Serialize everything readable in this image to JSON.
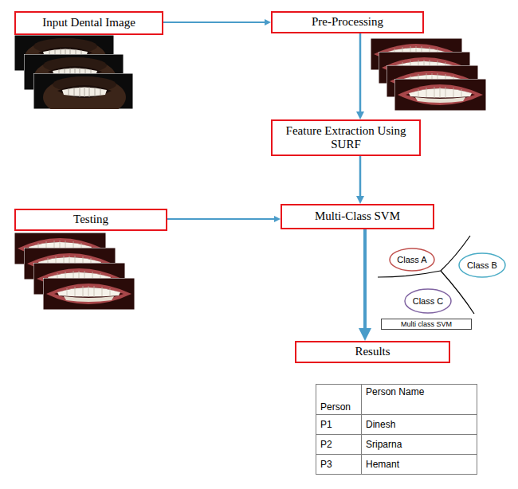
{
  "diagram": {
    "nodes": [
      {
        "text": [
          "Input Dental Image"
        ]
      },
      {
        "text": [
          "Pre-Processing"
        ]
      },
      {
        "text": [
          "Feature Extraction Using SURF"
        ]
      },
      {
        "text": [
          "Testing"
        ]
      },
      {
        "text": [
          "Multi-Class SVM"
        ]
      },
      {
        "text": [
          "Class A"
        ]
      },
      {
        "text": [
          "Class B"
        ]
      },
      {
        "text": [
          "Class C"
        ]
      },
      {
        "text": [
          "Multi class SVM"
        ]
      },
      {
        "text": [
          "Results"
        ]
      }
    ],
    "edges": [
      {
        "from": 0,
        "to": 1,
        "arrow": "to"
      },
      {
        "from": 1,
        "to": 2,
        "arrow": "to"
      },
      {
        "from": 2,
        "to": 4,
        "arrow": "to"
      },
      {
        "from": 3,
        "to": 4,
        "arrow": "to"
      },
      {
        "from": 4,
        "to": 9,
        "arrow": "to"
      }
    ],
    "labels": [
      "Person",
      "Person Name",
      "P1",
      "Dinesh",
      "P2",
      "Sriparna",
      "P3",
      "Hemant"
    ]
  }
}
